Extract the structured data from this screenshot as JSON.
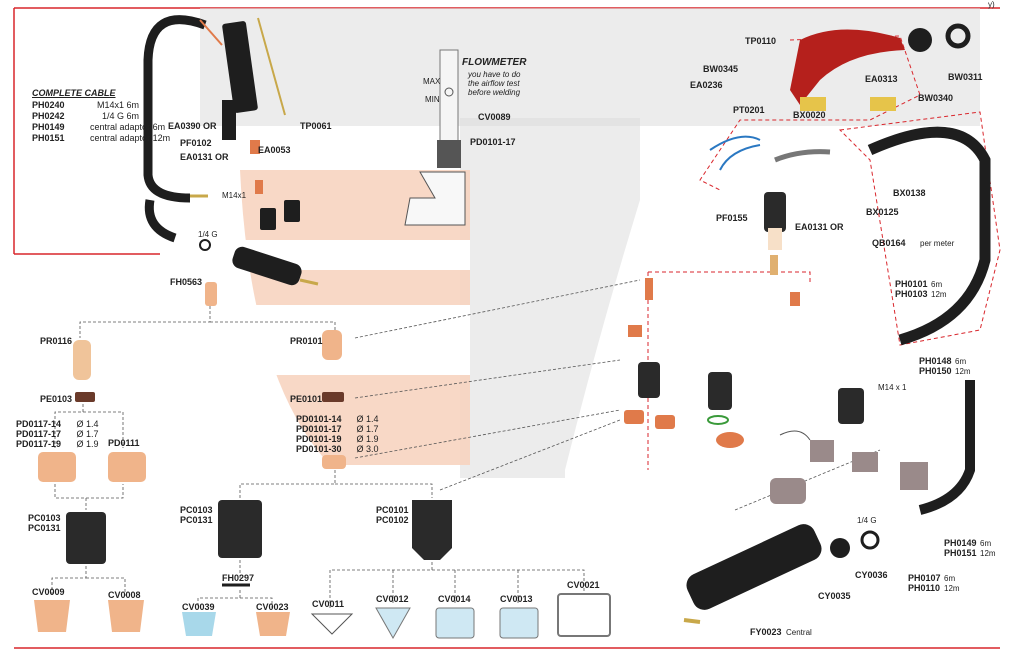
{
  "header": {
    "corner": "y)"
  },
  "cable_table": {
    "title": "COMPLETE CABLE",
    "rows": [
      {
        "code": "PH0240",
        "spec": "M14x1",
        "len": "6m"
      },
      {
        "code": "PH0242",
        "spec": "1/4 G",
        "len": "6m"
      },
      {
        "code": "PH0149",
        "spec": "central adaptor",
        "len": "6m"
      },
      {
        "code": "PH0151",
        "spec": "central adaptor",
        "len": "12m"
      }
    ]
  },
  "flowmeter": {
    "title": "FLOWMETER",
    "note": [
      "you have to do",
      "the airflow test",
      "before welding"
    ],
    "max": "MAX",
    "min": "MIN"
  },
  "labels": {
    "TP0061": "TP0061",
    "EA0390": "EA0390 OR",
    "PF0102": "PF0102",
    "EA0053": "EA0053",
    "EA0131": "EA0131 OR",
    "M14x1": "M14x1",
    "G14": "1/4 G",
    "FH0563": "FH0563",
    "CV0089": "CV0089",
    "PD0101_17": "PD0101-17",
    "PR0116": "PR0116",
    "PR0101": "PR0101",
    "PE0103": "PE0103",
    "PE0101": "PE0101",
    "PD0111": "PD0111",
    "PC0103": "PC0103",
    "PC0131": "PC0131",
    "PC0103b": "PC0103",
    "PC0131b": "PC0131",
    "PC0101": "PC0101",
    "PC0102": "PC0102",
    "FH0297": "FH0297",
    "CV0009": "CV0009",
    "CV0008": "CV0008",
    "CV0039": "CV0039",
    "CV0023": "CV0023",
    "CV0011": "CV0011",
    "CV0012": "CV0012",
    "CV0014": "CV0014",
    "CV0013": "CV0013",
    "CV0021": "CV0021",
    "TP0110": "TP0110",
    "BW0345": "BW0345",
    "EA0236": "EA0236",
    "BW0311": "BW0311",
    "EA0313": "EA0313",
    "BW0340": "BW0340",
    "PT0201": "PT0201",
    "BX0020": "BX0020",
    "BX0138": "BX0138",
    "BX0125": "BX0125",
    "PF0155": "PF0155",
    "EA0131b": "EA0131 OR",
    "QB0164": "QB0164",
    "QB0164_sub": "per meter",
    "PH0101": "PH0101",
    "PH0101_len": "6m",
    "PH0103": "PH0103",
    "PH0103_len": "12m",
    "PH0148": "PH0148",
    "PH0148_len": "6m",
    "PH0150": "PH0150",
    "PH0150_len": "12m",
    "M14x1b": "M14 x 1",
    "G14b": "1/4 G",
    "PH0149": "PH0149",
    "PH0149_len": "6m",
    "PH0151": "PH0151",
    "PH0151_len": "12m",
    "PH0107": "PH0107",
    "PH0107_len": "6m",
    "PH0110": "PH0110",
    "PH0110_len": "12m",
    "CY0036": "CY0036",
    "CY0035": "CY0035",
    "FY0023": "FY0023",
    "FY0023_sub": "Central"
  },
  "pd0117": [
    {
      "code": "PD0117-14",
      "dia": "Ø 1.4"
    },
    {
      "code": "PD0117-17",
      "dia": "Ø 1.7"
    },
    {
      "code": "PD0117-19",
      "dia": "Ø 1.9"
    }
  ],
  "pd0101": [
    {
      "code": "PD0101-14",
      "dia": "Ø 1.4"
    },
    {
      "code": "PD0101-17",
      "dia": "Ø 1.7"
    },
    {
      "code": "PD0101-19",
      "dia": "Ø 1.9"
    },
    {
      "code": "PD0101-30",
      "dia": "Ø 3.0"
    }
  ],
  "colors": {
    "accent": "#d9262c",
    "peach": "#f7d4c0",
    "grey": "#d9d9d9",
    "copper": "#e07a4a",
    "black": "#1e1e1e",
    "red_handle": "#b5201c"
  }
}
